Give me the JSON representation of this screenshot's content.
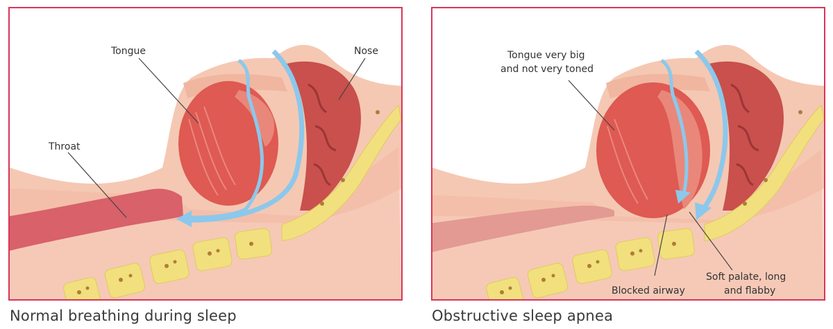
{
  "left_panel": {
    "caption": "Normal breathing during sleep",
    "labels": {
      "tongue": "Tongue",
      "nose": "Nose",
      "throat": "Throat"
    }
  },
  "right_panel": {
    "caption": "Obstructive sleep apnea",
    "labels": {
      "tongue_line1": "Tongue very big",
      "tongue_line2": "and not very toned",
      "soft_palate_line1": "Soft palate, long",
      "soft_palate_line2": "and flabby",
      "blocked_airway": "Blocked airway"
    }
  },
  "colors": {
    "frame": "#d8365a",
    "skin_light": "#fbe6dc",
    "skin": "#f5c8b3",
    "tissue": "#e9877a",
    "tongue": "#de5a52",
    "nasal": "#c9504c",
    "bone": "#f1e07d",
    "bone_dot": "#b07c3a",
    "airflow": "#8cc8ec"
  }
}
